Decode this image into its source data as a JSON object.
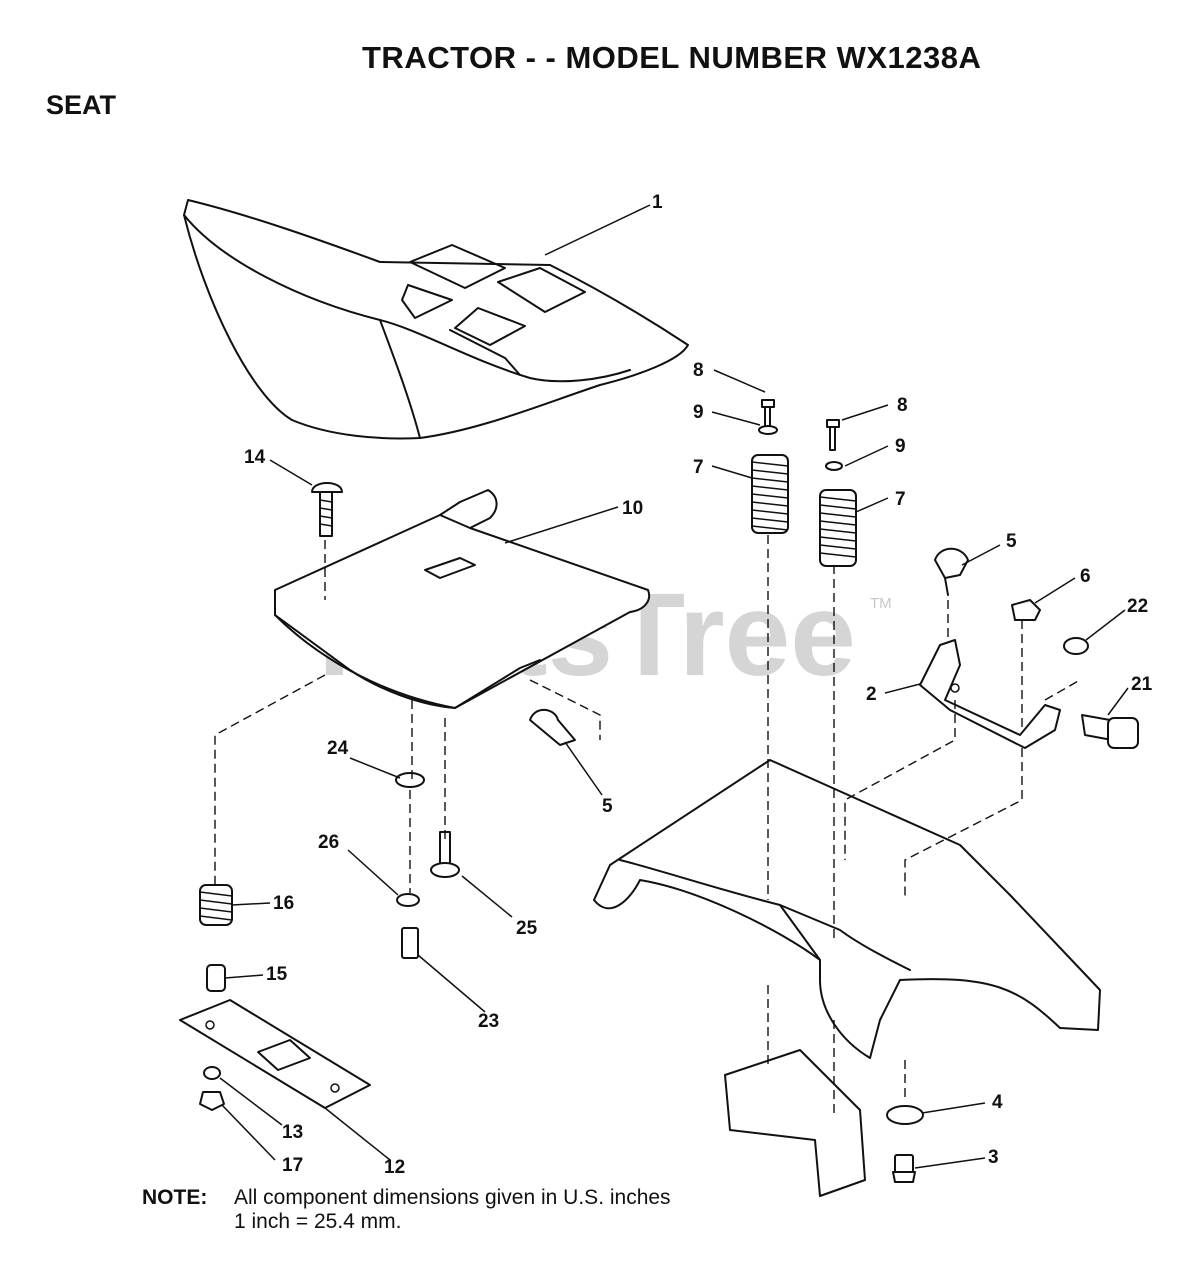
{
  "header": {
    "title": "TRACTOR - - MODEL NUMBER WX1238A",
    "section": "SEAT"
  },
  "watermark": {
    "text": "PartsTree",
    "trademark": "TM"
  },
  "callouts": [
    "1",
    "8",
    "9",
    "7",
    "8",
    "9",
    "7",
    "14",
    "10",
    "5",
    "6",
    "22",
    "2",
    "21",
    "24",
    "5",
    "26",
    "25",
    "16",
    "15",
    "23",
    "4",
    "3",
    "13",
    "17",
    "12"
  ],
  "note": {
    "label": "NOTE:",
    "line1": "All component dimensions given in U.S. inches",
    "line2": "1 inch = 25.4 mm."
  }
}
